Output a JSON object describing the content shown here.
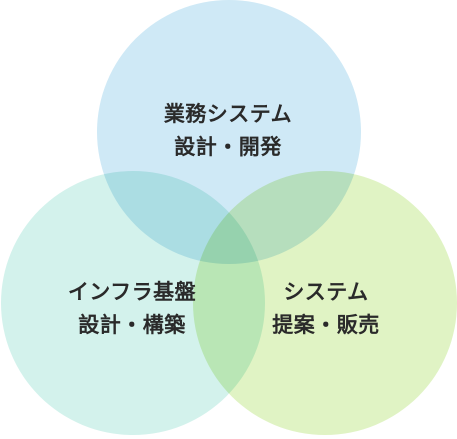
{
  "diagram": {
    "circles": [
      {
        "id": "top",
        "color": "#cfe9f6",
        "lines": [
          "業務システム",
          "設計・開発"
        ]
      },
      {
        "id": "left",
        "color": "#d3f2ec",
        "lines": [
          "インフラ基盤",
          "設計・構築"
        ]
      },
      {
        "id": "right",
        "color": "#e0f3c4",
        "lines": [
          "システム",
          "提案・販売"
        ]
      }
    ],
    "text_color": "#2a2a2a"
  }
}
